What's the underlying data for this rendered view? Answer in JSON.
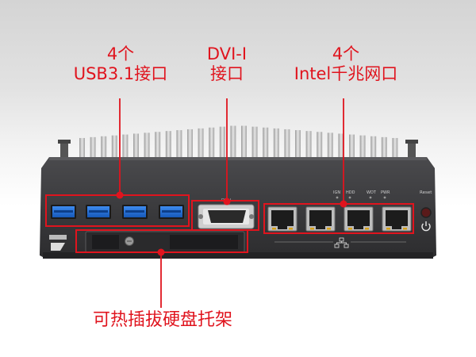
{
  "annotations": {
    "usb": {
      "line1": "4个",
      "line2": "USB3.1接口"
    },
    "dvi": {
      "line1": "DVI-I",
      "line2": "接口"
    },
    "lan": {
      "line1": "4个",
      "line2": "Intel千兆网口"
    },
    "tray": {
      "text": "可热插拔硬盘托架"
    }
  },
  "panel_labels": {
    "ign": "IGN",
    "hdd": "HDD",
    "wdt": "WDT",
    "pwr": "PWR",
    "reset": "Reset",
    "dvi": "DVI-I"
  },
  "colors": {
    "annotation": "#e0141e",
    "chassis": "#3a3a3c",
    "usb_port": "#1e6fd6",
    "heatsink": "#c9c9c9"
  },
  "icons": {
    "network": "network-icon",
    "power": "power-icon"
  }
}
